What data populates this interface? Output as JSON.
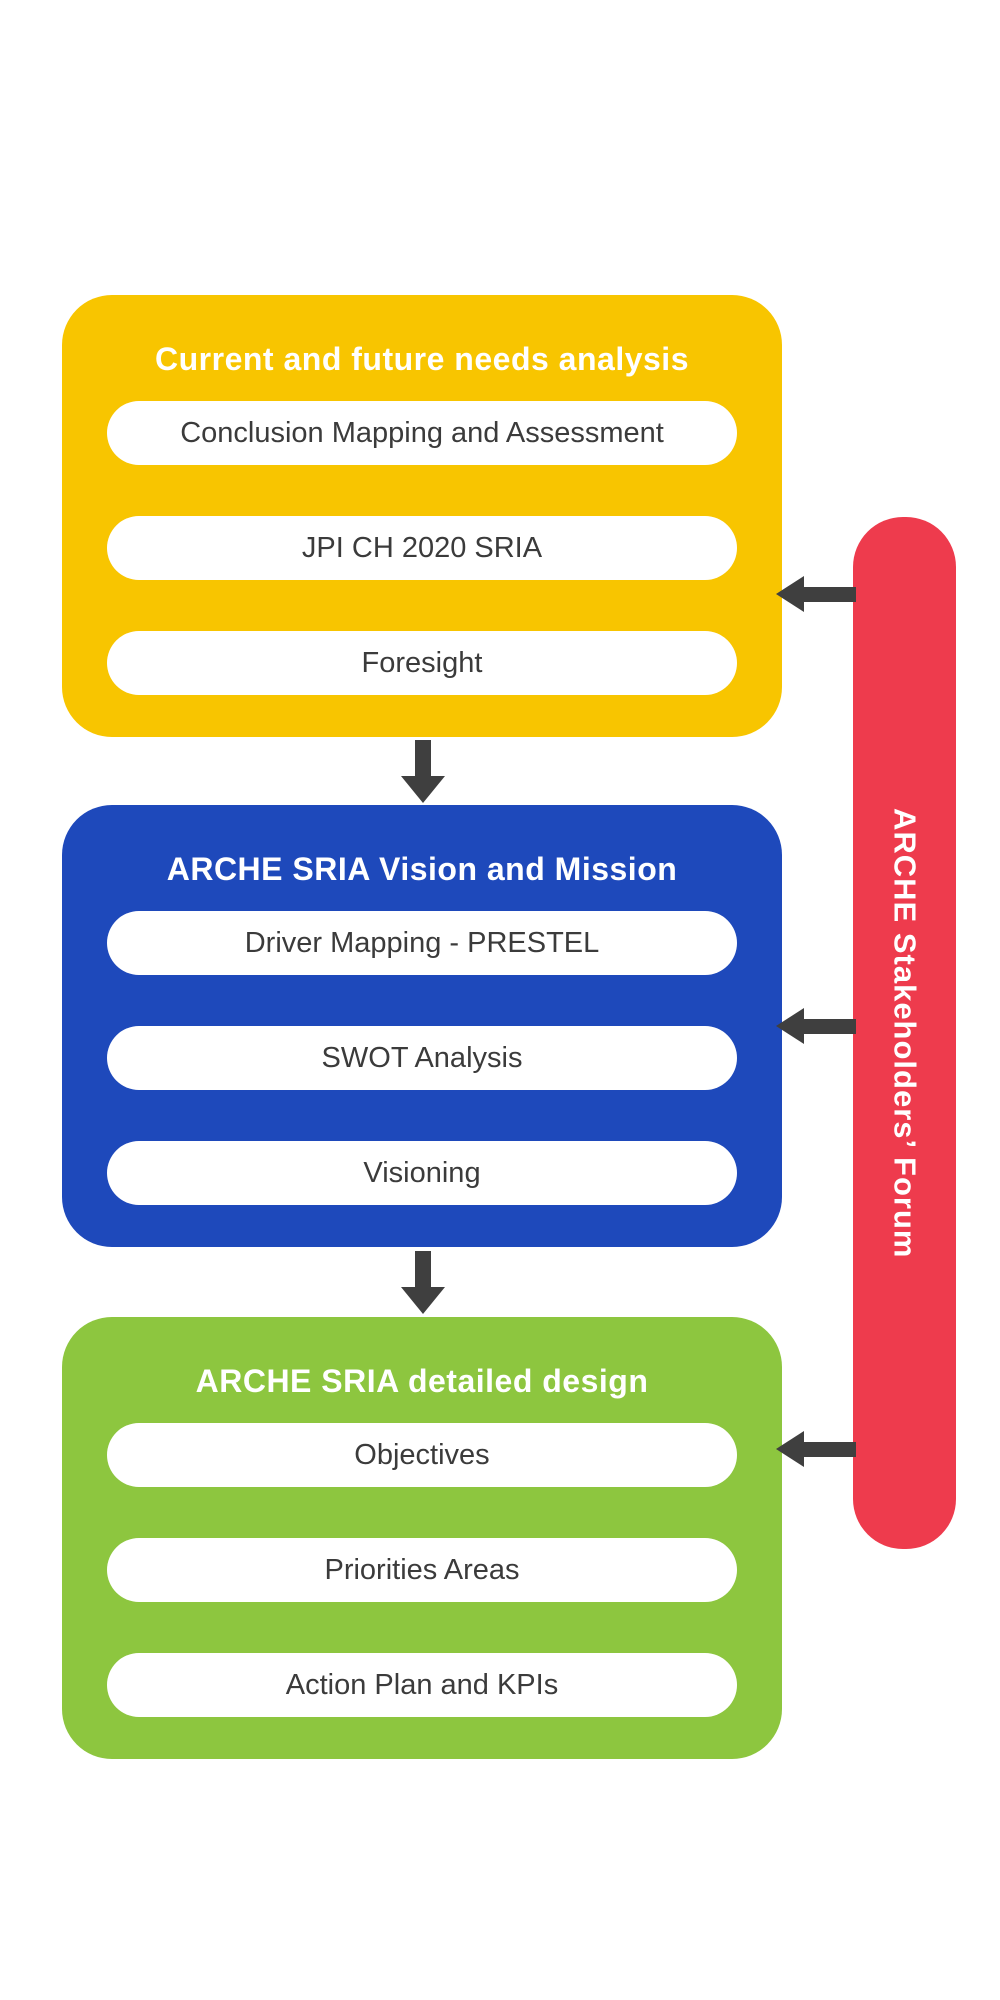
{
  "colors": {
    "yellow": "#F8C500",
    "blue": "#1E49BB",
    "green": "#8DC63F",
    "red": "#EE3B4D",
    "arrow": "#3F3F3F"
  },
  "sections": [
    {
      "title": "Current and future needs analysis",
      "items": [
        "Conclusion Mapping and Assessment",
        "JPI CH 2020 SRIA",
        "Foresight"
      ]
    },
    {
      "title": "ARCHE SRIA Vision and Mission",
      "items": [
        "Driver Mapping - PRESTEL",
        "SWOT Analysis",
        "Visioning"
      ]
    },
    {
      "title": "ARCHE SRIA detailed design",
      "items": [
        "Objectives",
        "Priorities Areas",
        "Action Plan and KPIs"
      ]
    }
  ],
  "forum": {
    "label": "ARCHE Stakeholders’ Forum"
  }
}
